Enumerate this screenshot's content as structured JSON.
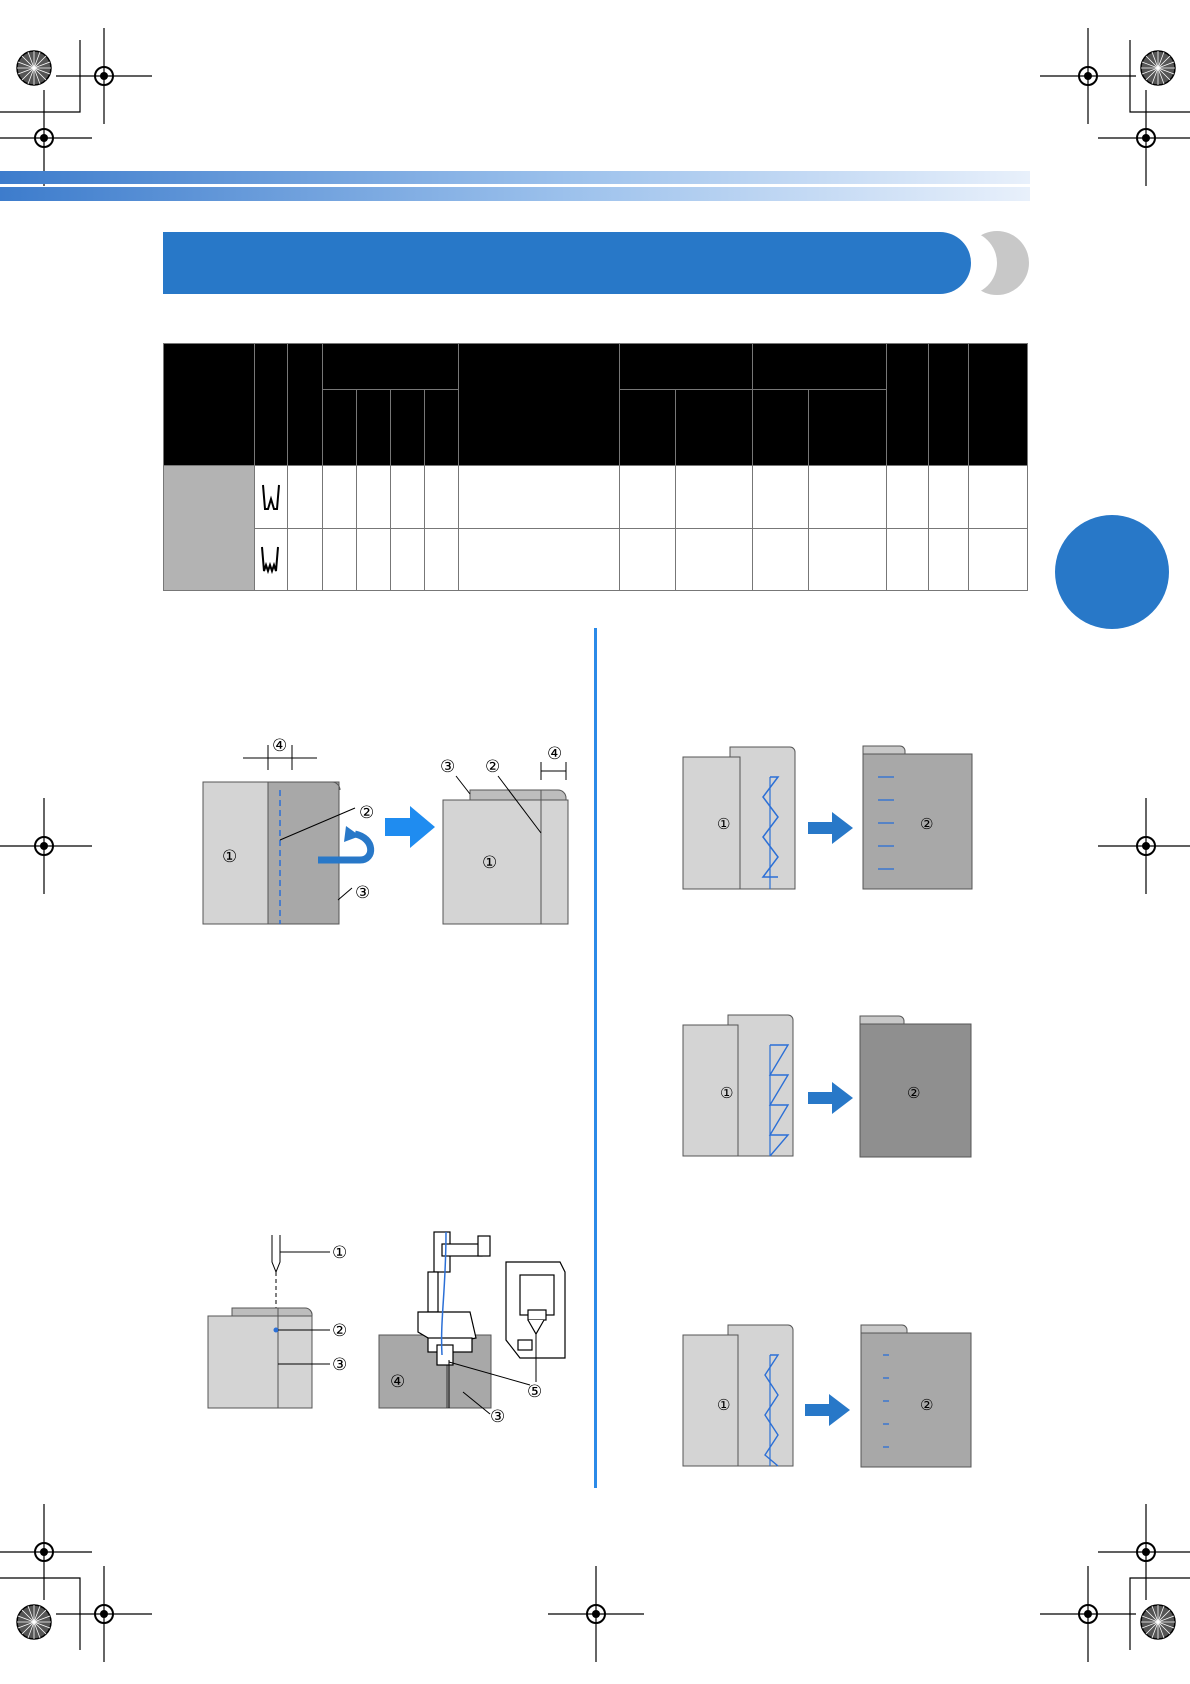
{
  "section_title": "",
  "section_tab": "",
  "callouts": [
    "①",
    "②",
    "③",
    "④",
    "⑤"
  ],
  "colors": {
    "accent": "#2878c8",
    "column_rule": "#2b8ae8",
    "table_header": "#000000",
    "fabric_light": "#d4d4d4",
    "fabric_dark": "#a8a8a8",
    "stitch": "#2b6fd6"
  },
  "table": {
    "rows": [
      {
        "pattern_icon": "blind-hem-stitch-icon"
      },
      {
        "pattern_icon": "stretch-blind-hem-stitch-icon"
      }
    ]
  }
}
